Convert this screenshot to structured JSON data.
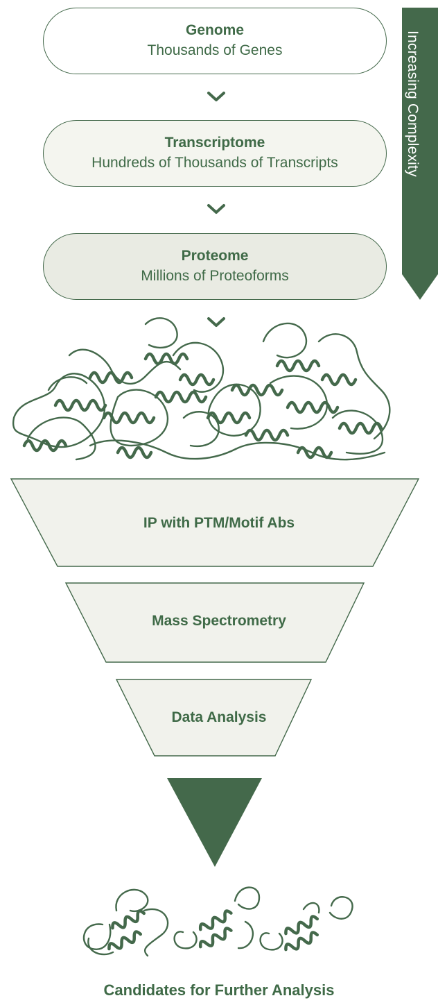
{
  "steps": [
    {
      "title": "Genome",
      "subtitle": "Thousands of Genes"
    },
    {
      "title": "Transcriptome",
      "subtitle": "Hundreds of Thousands of Transcripts"
    },
    {
      "title": "Proteome",
      "subtitle": "Millions of Proteoforms"
    }
  ],
  "side_label": "Increasing Complexity",
  "funnel": [
    "IP with PTM/Motif Abs",
    "Mass Spectrometry",
    "Data Analysis"
  ],
  "result_label": "Candidates for Further Analysis",
  "colors": {
    "primary": "#44694b",
    "pill_fill_1": "#ffffff",
    "pill_fill_2": "#f4f5ef",
    "pill_fill_3": "#e9ebe3",
    "funnel_fill": "#f1f2ec"
  },
  "icons": [
    "chevron-down-icon",
    "protein-cluster-illustration",
    "protein-candidate-icon"
  ]
}
